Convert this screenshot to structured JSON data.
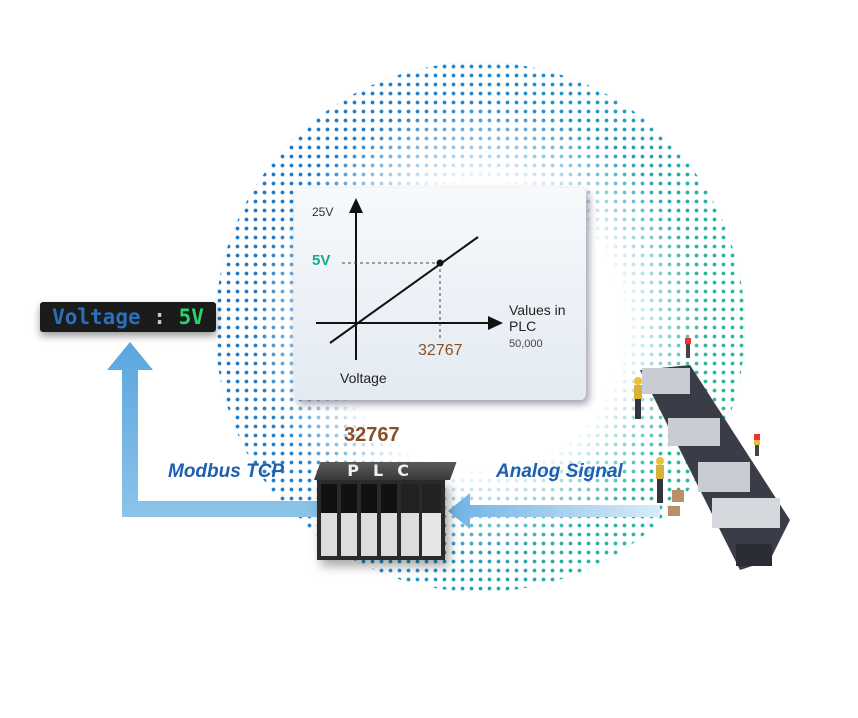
{
  "display": {
    "label": "Voltage",
    "separator": ":",
    "value": "5V"
  },
  "graph": {
    "y_max_label": "25V",
    "y_marker_label": "5V",
    "x_marker_label": "32767",
    "x_axis_label_line1": "Values in",
    "x_axis_label_line2": "PLC",
    "x_max_label": "50,000",
    "y_axis_label": "Voltage"
  },
  "plc": {
    "label": "PLC",
    "value": "32767"
  },
  "arrows": {
    "left_label": "Modbus TCP",
    "right_label": "Analog Signal"
  },
  "colors": {
    "display_text": "#2a7fd0",
    "display_value": "#2bd46a",
    "accent_green": "#1aa88c",
    "value_brown": "#8a4f25",
    "arrow_blue": "#8cc3e8"
  }
}
